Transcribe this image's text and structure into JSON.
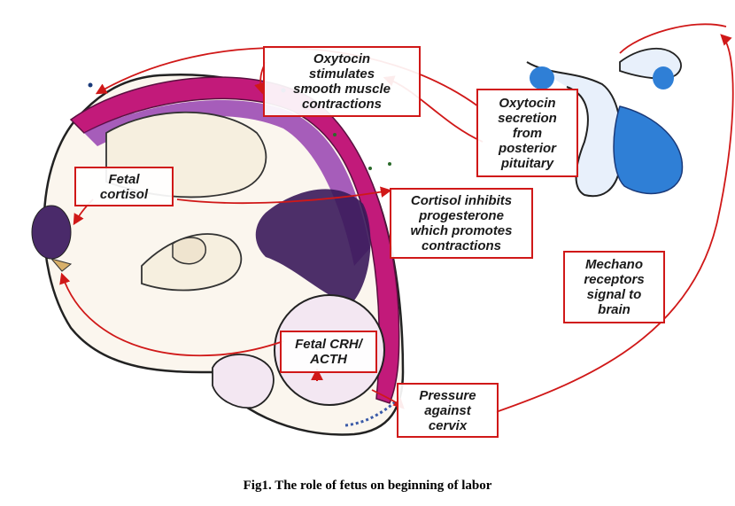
{
  "labels": {
    "oxytocin_contractions": "Oxytocin\nstimulates\nsmooth muscle\ncontractions",
    "oxytocin_secretion": "Oxytocin\nsecretion\nfrom\nposterior\npituitary",
    "fetal_cortisol": "Fetal\ncortisol",
    "cortisol_inhibits": "Cortisol inhibits\nprogesterone\nwhich promotes\ncontractions",
    "mechano": "Mechano\nreceptors\nsignal to\nbrain",
    "fetal_crh": "Fetal CRH/\nACTH",
    "pressure": "Pressure\nagainst\ncervix"
  },
  "caption": "Fig1. The role of fetus on beginning of labor",
  "colors": {
    "arrow": "#d01818",
    "uterine_wall": "#c21a7a",
    "placenta": "#3a1a5a",
    "pituitary": "#2f7fd6",
    "adrenal": "#4a2a6a"
  }
}
